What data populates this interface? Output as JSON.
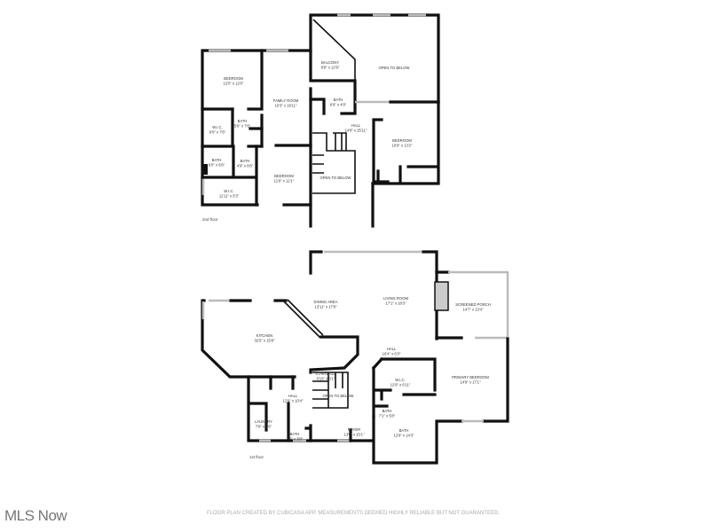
{
  "floors": [
    {
      "label": "2nd floor",
      "rooms": [
        {
          "name": "BEDROOM",
          "size": "12'0\" x 12'0\""
        },
        {
          "name": "FAMILY ROOM",
          "size": "10'3\" x 19'11\""
        },
        {
          "name": "W.I.C.",
          "size": "6'0\" x 7'6\""
        },
        {
          "name": "BATH",
          "size": "5'6\" x 7'6\""
        },
        {
          "name": "BATH",
          "size": "6'0\" x 6'6\""
        },
        {
          "name": "BATH",
          "size": "4'9\" x 6'6\""
        },
        {
          "name": "W.I.C.",
          "size": "11'11\" x 5'3\""
        },
        {
          "name": "BEDROOM",
          "size": "11'9\" x 12'1\""
        },
        {
          "name": "BALCONY",
          "size": "8'9\" x 12'9\""
        },
        {
          "name": "OPEN TO BELOW",
          "size": ""
        },
        {
          "name": "BATH",
          "size": "6'9\" x 4'9\""
        },
        {
          "name": "HALL",
          "size": "14'8\" x 25'11\""
        },
        {
          "name": "BEDROOM",
          "size": "10'9\" x 13'2\""
        },
        {
          "name": "OPEN TO BELOW",
          "size": ""
        }
      ]
    },
    {
      "label": "1st floor",
      "rooms": [
        {
          "name": "DINING AREA",
          "size": "13'11\" x 17'9\""
        },
        {
          "name": "LIVING ROOM",
          "size": "17'1\" x 18'3\""
        },
        {
          "name": "SCREENED PORCH",
          "size": "14'7\" x 13'4\""
        },
        {
          "name": "KITCHEN",
          "size": "32'5\" x 15'8\""
        },
        {
          "name": "HALL",
          "size": "16'4\" x 6'3\""
        },
        {
          "name": "STAIRWELL",
          "size": "0'10\" x 3'1\""
        },
        {
          "name": "OPEN TO BELOW",
          "size": ""
        },
        {
          "name": "HALL",
          "size": "12'9\" x 10'4\""
        },
        {
          "name": "W.I.C.",
          "size": "12'9\" x 6'11\""
        },
        {
          "name": "PRIMARY BEDROOM",
          "size": "14'9\" x 17'1\""
        },
        {
          "name": "BATH",
          "size": "7'1\" x 5'8\""
        },
        {
          "name": "LAUNDRY",
          "size": "7'8\" x 7'6\""
        },
        {
          "name": "BATH",
          "size": "4'9\" x 3'8\""
        },
        {
          "name": "FOYER",
          "size": "13'0\" x 15'1\""
        },
        {
          "name": "BATH",
          "size": "12'9\" x 14'3\""
        }
      ]
    }
  ],
  "footer": {
    "brand": "MLS Now",
    "disclaimer": "FLOOR PLAN CREATED BY CUBICASA APP. MEASUREMENTS DEEMED HIGHLY RELIABLE BUT NOT GUARANTEED."
  }
}
